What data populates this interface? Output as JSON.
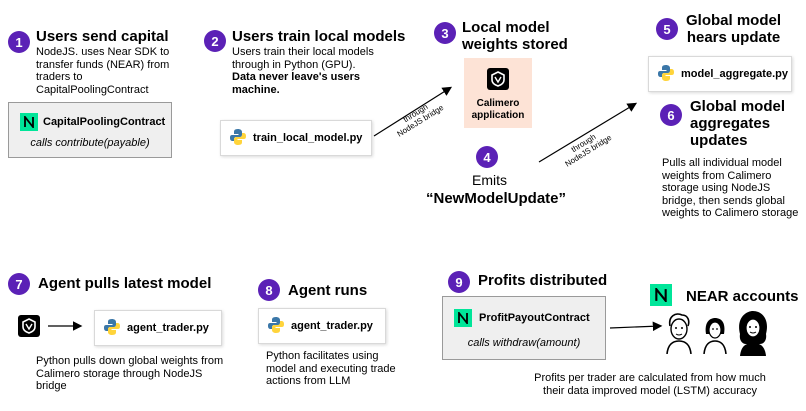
{
  "steps": [
    {
      "num": "1",
      "title": "Users send capital",
      "desc": "NodeJS. uses Near SDK to transfer funds (NEAR) from traders to CapitalPoolingContract"
    },
    {
      "num": "2",
      "title": "Users train local models",
      "desc_plain": "Users train their local models through in Python (GPU).",
      "desc_bold": "Data never leave's users machine."
    },
    {
      "num": "3",
      "title_line1": "Local model",
      "title_line2": "weights stored"
    },
    {
      "num": "4",
      "title": "Emits",
      "event": "“NewModelUpdate”"
    },
    {
      "num": "5",
      "title_line1": "Global model",
      "title_line2": "hears update"
    },
    {
      "num": "6",
      "title_line1": "Global model",
      "title_line2": "aggregates",
      "title_line3": "updates",
      "desc": "Pulls all individual model weights from Calimero storage using NodeJS bridge, then sends global weights to Calimero storage"
    },
    {
      "num": "7",
      "title": "Agent pulls latest model",
      "desc": "Python pulls down global weights from Calimero storage through NodeJS bridge"
    },
    {
      "num": "8",
      "title": "Agent runs",
      "desc": "Python facilitates using model and executing trade actions from LLM"
    },
    {
      "num": "9",
      "title": "Profits distributed",
      "desc": "Profits per trader are calculated from how much their data improved model (LSTM) accuracy"
    }
  ],
  "files": {
    "train": "train_local_model.py",
    "aggregate": "model_aggregate.py",
    "agent1": "agent_trader.py",
    "agent2": "agent_trader.py"
  },
  "contracts": {
    "capital": {
      "name": "CapitalPoolingContract",
      "call": "calls contribute(payable)"
    },
    "payout": {
      "name": "ProfitPayoutContract",
      "call": "calls withdraw(amount)"
    }
  },
  "calimero": {
    "line1": "Calimero",
    "line2": "application"
  },
  "bridge_label_1": "through",
  "bridge_label_2": "NodeJS bridge",
  "near_accounts": "NEAR accounts",
  "colors": {
    "step_circle": "#5b21b6",
    "near_green": "#00e599",
    "calimero_bg": "#fde3d6",
    "contract_bg": "#efefef"
  }
}
